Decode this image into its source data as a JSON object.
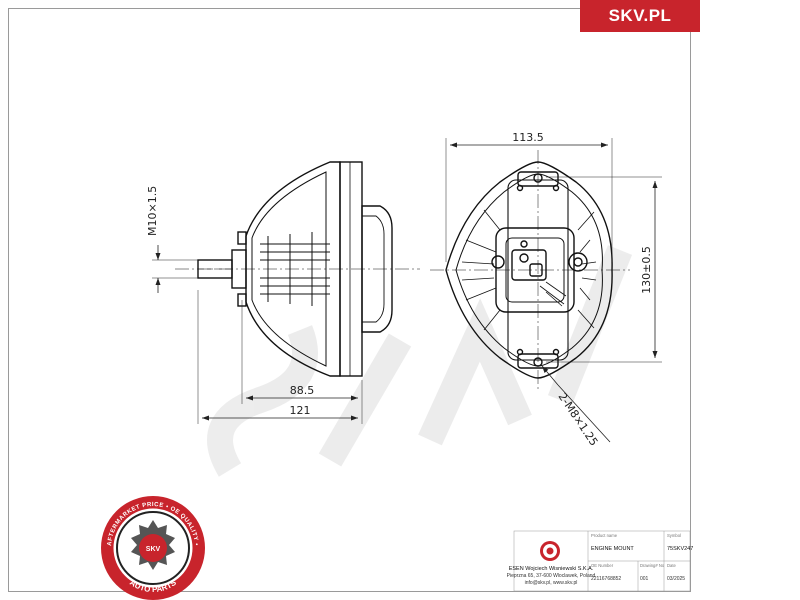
{
  "brand": {
    "name": "SKV.PL",
    "color": "#c8242c"
  },
  "dimensions": {
    "bolt_side": "M10×1.5",
    "depth_inner": "88.5",
    "depth_total": "121",
    "width": "113.5",
    "height": "130±0.5",
    "bolts_top": "2-M8×1.25"
  },
  "seal": {
    "ring_text": "AFTERMARKET PRICE • OE QUALITY •",
    "center_text": "SKV",
    "bottom_text": "AUTO PARTS"
  },
  "title_block": {
    "company_lines": [
      "ESEN Wojciech Wisniewski S.K.A.",
      "Pieprzna 65, 37-600 Wloclawek, Poland",
      "info@skv.pl, www.skv.pl"
    ],
    "product_name_label": "Product name",
    "product_name": "ENGINE MOUNT",
    "symbol_label": "Symbol",
    "symbol": "75SKV247",
    "oe_number_label": "OE Number",
    "oe_number": "22116768852",
    "drawing_no_label": "Drawing# No",
    "drawing_no": "001",
    "date_label": "Date",
    "date": "03/2025"
  }
}
